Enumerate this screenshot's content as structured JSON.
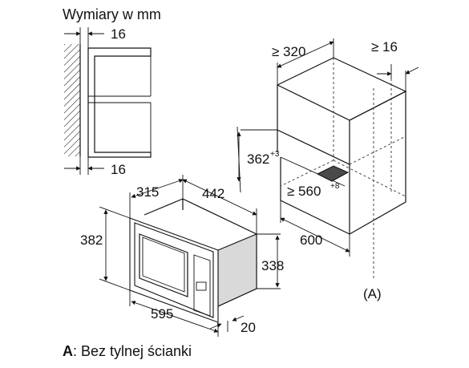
{
  "title": "Wymiary w mm",
  "side_view": {
    "gap_top": "16",
    "gap_bottom": "16"
  },
  "cabinet": {
    "depth_min": "≥ 320",
    "rear_gap_min": "≥ 16",
    "niche_height": "362",
    "niche_height_tol": "+3",
    "niche_width_min": "≥ 560",
    "niche_width_tol": "+8",
    "depth": "600",
    "marker": "(A)"
  },
  "appliance": {
    "depth": "315",
    "body_width": "442",
    "frame_height": "382",
    "body_height": "338",
    "frame_width": "595",
    "frame_depth": "20"
  },
  "legend": {
    "key": "A",
    "text": ": Bez tylnej ścianki"
  }
}
